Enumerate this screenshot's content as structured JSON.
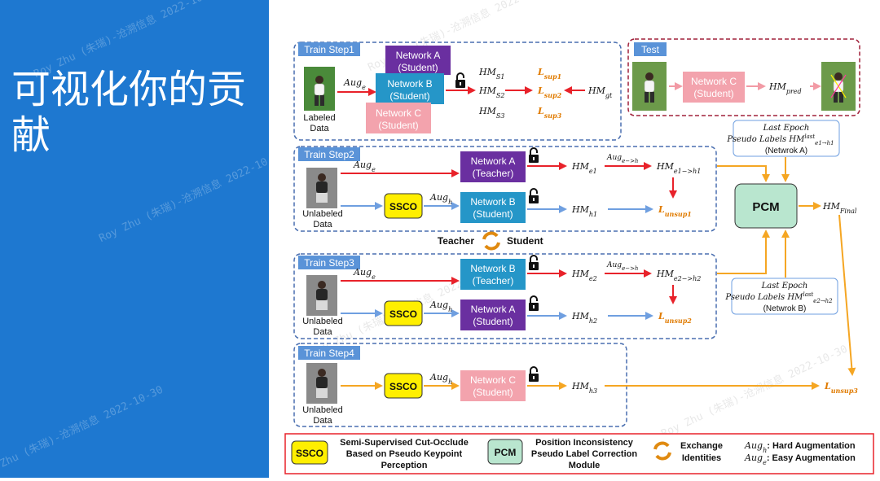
{
  "slide_title": "可视化你的贡献",
  "watermark": "Roy Zhu (朱瑞)-沧溯信息 2022-10-30",
  "step1": {
    "label": "Train Step1",
    "img_label": [
      "Labeled",
      "Data"
    ],
    "aug": "Aug",
    "aug_sub": "e",
    "net_a": [
      "Network A",
      "(Student)"
    ],
    "net_b": [
      "Network B",
      "(Student)"
    ],
    "net_c": [
      "Network C",
      "(Student)"
    ],
    "hm1": "HM",
    "hm1_sub": "S1",
    "hm2": "HM",
    "hm2_sub": "S2",
    "hm3": "HM",
    "hm3_sub": "S3",
    "l1": "L",
    "l1_sub": "sup1",
    "l2": "L",
    "l2_sub": "sup2",
    "l3": "L",
    "l3_sub": "sup3",
    "hmgt": "HM",
    "hmgt_sub": "gt"
  },
  "test": {
    "label": "Test",
    "net": [
      "Network C",
      "(Student)"
    ],
    "hm": "HM",
    "hm_sub": "pred"
  },
  "step2": {
    "label": "Train Step2",
    "img_label": [
      "Unlabeled",
      "Data"
    ],
    "aug_e": "Aug",
    "aug_e_sub": "e",
    "aug_h": "Aug",
    "aug_h_sub": "h",
    "ssco": "SSCO",
    "net_top": [
      "Network A",
      "(Teacher)"
    ],
    "net_bot": [
      "Network B",
      "(Student)"
    ],
    "hm_e": "HM",
    "hm_e_sub": "e1",
    "hm_h": "HM",
    "hm_h_sub": "h1",
    "aug_eh": "Aug",
    "aug_eh_sub": "e−>h",
    "hm_eh": "HM",
    "hm_eh_sub": "e1−>h1",
    "l": "L",
    "l_sub": "unsup1"
  },
  "exchange": {
    "teacher": "Teacher",
    "student": "Student"
  },
  "step3": {
    "label": "Train Step3",
    "img_label": [
      "Unlabeled",
      "Data"
    ],
    "aug_e": "Aug",
    "aug_e_sub": "e",
    "aug_h": "Aug",
    "aug_h_sub": "h",
    "ssco": "SSCO",
    "net_top": [
      "Network B",
      "(Teacher)"
    ],
    "net_bot": [
      "Network A",
      "(Student)"
    ],
    "hm_e": "HM",
    "hm_e_sub": "e2",
    "hm_h": "HM",
    "hm_h_sub": "h2",
    "aug_eh": "Aug",
    "aug_eh_sub": "e−>h",
    "hm_eh": "HM",
    "hm_eh_sub": "e2−>h2",
    "l": "L",
    "l_sub": "unsup2"
  },
  "step4": {
    "label": "Train Step4",
    "img_label": [
      "Unlabeled",
      "Data"
    ],
    "aug_h": "Aug",
    "aug_h_sub": "h",
    "ssco": "SSCO",
    "net": [
      "Network C",
      "(Student)"
    ],
    "hm": "HM",
    "hm_sub": "h3",
    "l": "L",
    "l_sub": "unsup3"
  },
  "pcm": {
    "label": "PCM",
    "hm_final": "HM",
    "hm_final_sub": "Final",
    "note_a": {
      "line1": "Last Epoch",
      "line2": "Pseudo Labels HM",
      "sup": "last",
      "sub": "e1→h1",
      "line3": "(Netwrok A)"
    },
    "note_b": {
      "line1": "Last Epoch",
      "line2": "Pseudo Labels HM",
      "sup": "last",
      "sub": "e2→h2",
      "line3": "(Netwrok B)"
    }
  },
  "legend": {
    "ssco_badge": "SSCO",
    "ssco_text": [
      "Semi-Supervised Cut-Occlude",
      "Based on Pseudo Keypoint",
      "Perception"
    ],
    "pcm_badge": "PCM",
    "pcm_text": [
      "Position Inconsistency",
      "Pseudo Label Correction",
      "Module"
    ],
    "exchange_text": [
      "Exchange",
      "Identities"
    ],
    "aug_h": "Aug",
    "aug_h_sub": "h",
    "aug_h_desc": ": Hard Augmentation",
    "aug_e": "Aug",
    "aug_e_sub": "e",
    "aug_e_desc": ": Easy Augmentation"
  },
  "colors": {
    "left_panel": "#1e78d0",
    "net_purple": "#6a2fa0",
    "net_blue": "#2596c8",
    "net_pink": "#f3a3ad",
    "ssco_yellow": "#ffef00",
    "pcm_green": "#b9e6cf",
    "arrow_red": "#e8222a",
    "arrow_blue": "#6f9fe0",
    "arrow_orange": "#f5a623",
    "arrow_pink": "#f29aa5",
    "loss_orange": "#e07b00",
    "step_label_bg": "#5a93d8"
  }
}
